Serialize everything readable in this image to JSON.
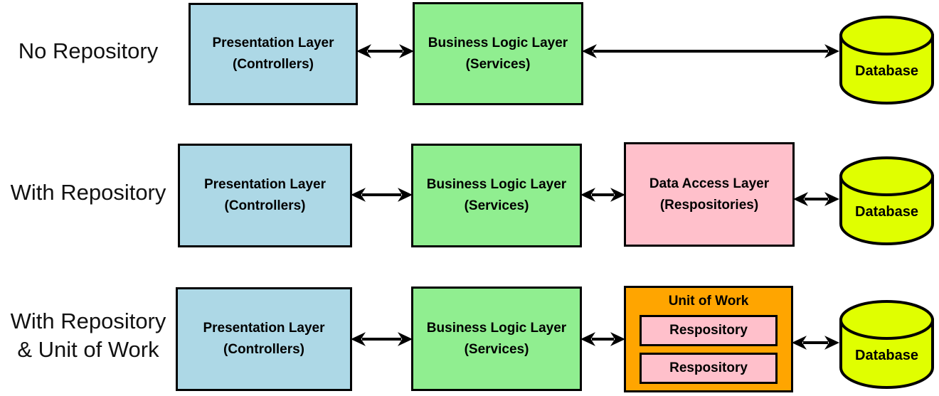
{
  "colors": {
    "background": "#FFFFFF",
    "outline": "#000000",
    "text": "#000000",
    "presentation_fill": "#ADD8E6",
    "business_fill": "#90EE90",
    "data_access_fill": "#FFC0CB",
    "unit_of_work_fill": "#FFA500",
    "repository_fill": "#FFC0CB",
    "database_fill": "#E0FF00"
  },
  "rows": [
    {
      "label": {
        "line1": "No Repository",
        "line2": ""
      },
      "presentation": {
        "title": "Presentation Layer",
        "subtitle": "(Controllers)"
      },
      "business": {
        "title": "Business Logic Layer",
        "subtitle": "(Services)"
      },
      "database": {
        "label": "Database"
      }
    },
    {
      "label": {
        "line1": "With Repository",
        "line2": ""
      },
      "presentation": {
        "title": "Presentation Layer",
        "subtitle": "(Controllers)"
      },
      "business": {
        "title": "Business Logic Layer",
        "subtitle": "(Services)"
      },
      "data_access": {
        "title": "Data Access Layer",
        "subtitle": "(Respositories)"
      },
      "database": {
        "label": "Database"
      }
    },
    {
      "label": {
        "line1": "With Repository",
        "line2": "& Unit of Work"
      },
      "presentation": {
        "title": "Presentation Layer",
        "subtitle": "(Controllers)"
      },
      "business": {
        "title": "Business Logic Layer",
        "subtitle": "(Services)"
      },
      "unit_of_work": {
        "title": "Unit of Work",
        "repositories": [
          "Respository",
          "Respository"
        ]
      },
      "database": {
        "label": "Database"
      }
    }
  ]
}
